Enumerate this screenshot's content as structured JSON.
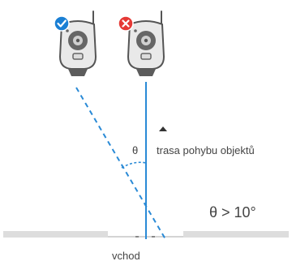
{
  "labels": {
    "path": "trasa pohybu objektů",
    "theta": "θ",
    "angle_condition": "θ > 10°",
    "entrance": "vchod"
  },
  "cameras": [
    {
      "id": "correct",
      "status": "ok",
      "status_icon": "check-badge-icon",
      "badge_color": "#1a7fd4"
    },
    {
      "id": "wrong",
      "status": "error",
      "status_icon": "cross-badge-icon",
      "badge_color": "#e53935"
    }
  ],
  "colors": {
    "line": "#2a8ad6",
    "text": "#444444",
    "floor": "#dddddd",
    "camera_body": "#e9e9e9",
    "camera_outline": "#555555"
  }
}
